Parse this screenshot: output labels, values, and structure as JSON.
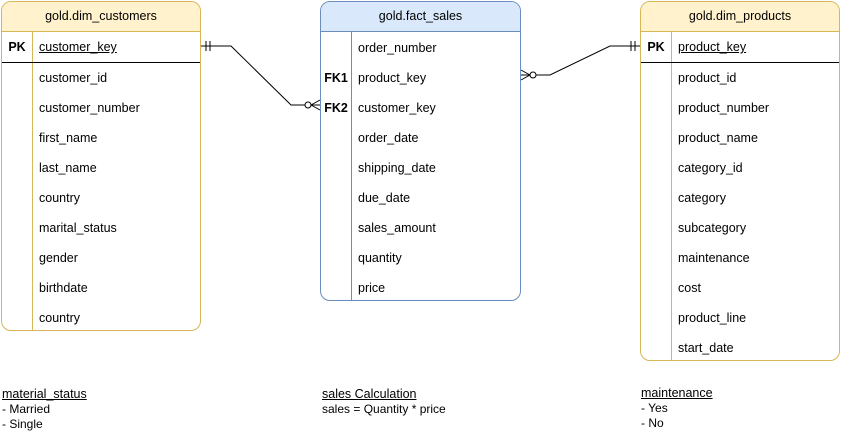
{
  "entities": {
    "dim_customers": {
      "title": "gold.dim_customers",
      "pk_label": "PK",
      "pk_field": "customer_key",
      "fields": [
        "customer_id",
        "customer_number",
        "first_name",
        "last_name",
        "country",
        "marital_status",
        "gender",
        "birthdate",
        "country"
      ]
    },
    "fact_sales": {
      "title": "gold.fact_sales",
      "fields": [
        {
          "key": "",
          "name": "order_number"
        },
        {
          "key": "FK1",
          "name": "product_key"
        },
        {
          "key": "FK2",
          "name": "customer_key"
        },
        {
          "key": "",
          "name": "order_date"
        },
        {
          "key": "",
          "name": "shipping_date"
        },
        {
          "key": "",
          "name": "due_date"
        },
        {
          "key": "",
          "name": "sales_amount"
        },
        {
          "key": "",
          "name": "quantity"
        },
        {
          "key": "",
          "name": "price"
        }
      ]
    },
    "dim_products": {
      "title": "gold.dim_products",
      "pk_label": "PK",
      "pk_field": "product_key",
      "fields": [
        "product_id",
        "product_number",
        "product_name",
        "category_id",
        "category",
        "subcategory",
        "maintenance",
        "cost",
        "product_line",
        "start_date"
      ]
    }
  },
  "notes": {
    "marital": {
      "title": "material_status",
      "lines": [
        "- Married",
        "- Single"
      ]
    },
    "sales": {
      "title": "sales Calculation",
      "lines": [
        "sales = Quantity * price"
      ]
    },
    "maintenance": {
      "title": "maintenance",
      "lines": [
        "- Yes",
        "- No"
      ]
    }
  },
  "colors": {
    "gold_fill": "#fff2cc",
    "gold_stroke": "#d6b656",
    "blue_fill": "#dae8fc",
    "blue_stroke": "#6c8ebf"
  }
}
